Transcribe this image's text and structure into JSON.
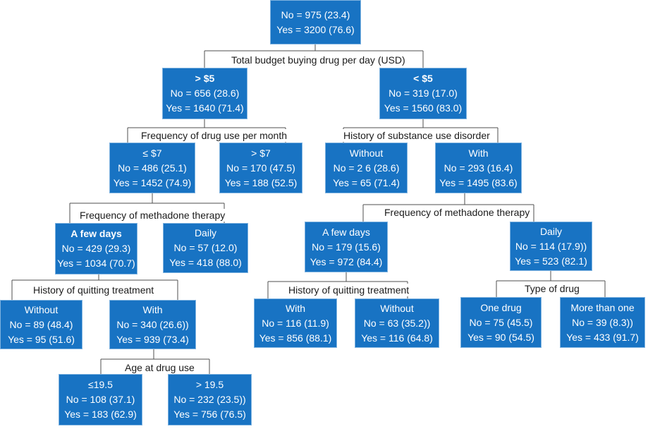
{
  "nodes": {
    "root": {
      "no": "No = 975 (23.4)",
      "yes": "Yes = 3200 (76.6)"
    },
    "gt5": {
      "header": "> $5",
      "no": "No = 656 (28.6)",
      "yes": "Yes = 1640 (71.4)"
    },
    "lt5": {
      "header": "< $5",
      "no": "No = 319 (17.0)",
      "yes": "Yes = 1560 (83.0)"
    },
    "le7": {
      "header": "≤ $7",
      "no": "No = 486 (25.1)",
      "yes": "Yes = 1452 (74.9)"
    },
    "gt7": {
      "header": "> $7",
      "no": "No = 170 (47.5)",
      "yes": "Yes = 188 (52.5)"
    },
    "sud_without": {
      "header": "Without",
      "no": "No = 2 6 (28.6)",
      "yes": "Yes = 65 (71.4)"
    },
    "sud_with": {
      "header": "With",
      "no": "No = 293 (16.4)",
      "yes": "Yes = 1495 (83.6)"
    },
    "l_fewdays": {
      "header": "A few days",
      "no": "No = 429 (29.3)",
      "yes": "Yes = 1034 (70.7)"
    },
    "l_daily": {
      "header": "Daily",
      "no": "No = 57 (12.0)",
      "yes": "Yes = 418 (88.0)"
    },
    "r_fewdays": {
      "header": "A few days",
      "no": "No = 179 (15.6)",
      "yes": "Yes = 972 (84.4)"
    },
    "r_daily": {
      "header": "Daily",
      "no": "No = 114 (17.9))",
      "yes": "Yes = 523 (82.1)"
    },
    "lq_without": {
      "header": "Without",
      "no": "No = 89 (48.4)",
      "yes": "Yes = 95 (51.6)"
    },
    "lq_with": {
      "header": "With",
      "no": "No = 340 (26.6))",
      "yes": "Yes = 939 (73.4)"
    },
    "rq_with": {
      "header": "With",
      "no": "No = 116 (11.9)",
      "yes": "Yes = 856 (88.1)"
    },
    "rq_without": {
      "header": "Without",
      "no": "No = 63 (35.2))",
      "yes": "Yes = 116 (64.8)"
    },
    "onedrug": {
      "header": "One drug",
      "no": "No = 75 (45.5)",
      "yes": "Yes = 90 (54.5)"
    },
    "morethanone": {
      "header": "More than one",
      "no": "No = 39 (8.3))",
      "yes": "Yes = 433 (91.7)"
    },
    "age_le": {
      "header": "≤19.5",
      "no": "No = 108 (37.1)",
      "yes": "Yes = 183 (62.9)"
    },
    "age_gt": {
      "header": "> 19.5",
      "no": "No = 232 (23.5))",
      "yes": "Yes = 756 (76.5)"
    }
  },
  "splits": {
    "budget": "Total budget buying drug per day (USD)",
    "frequency_drug_use": "Frequency of drug use per month",
    "history_sud": "History of substance use disorder",
    "methadone_left": "Frequency of methadone therapy",
    "methadone_right": "Frequency of methadone therapy",
    "quitting_left": "History of quitting treatment",
    "quitting_right": "History of quitting treatment",
    "type_of_drug": "Type of drug",
    "age": "Age at drug use"
  }
}
